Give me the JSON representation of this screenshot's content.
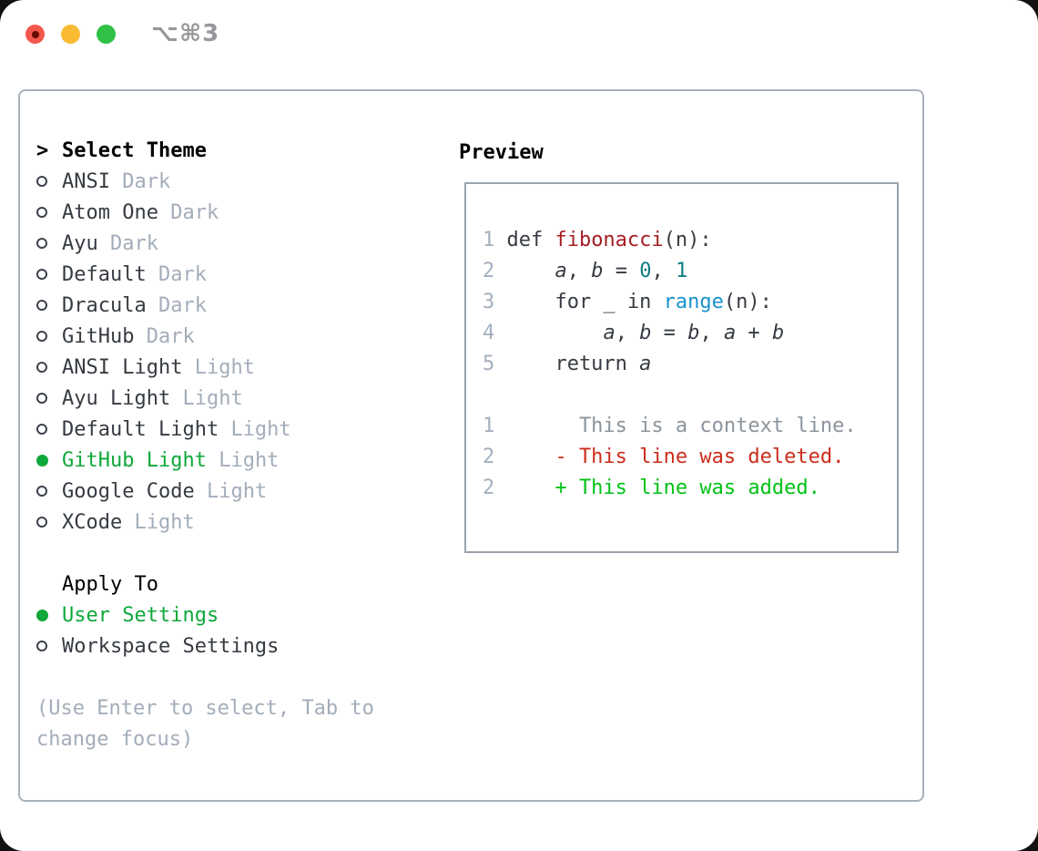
{
  "titlebar": {
    "shortcut": "⌥⌘3"
  },
  "theme_picker": {
    "prompt": ">",
    "title": "Select Theme",
    "themes": [
      {
        "name": "ANSI",
        "tag": "Dark",
        "selected": false
      },
      {
        "name": "Atom One",
        "tag": "Dark",
        "selected": false
      },
      {
        "name": "Ayu",
        "tag": "Dark",
        "selected": false
      },
      {
        "name": "Default",
        "tag": "Dark",
        "selected": false
      },
      {
        "name": "Dracula",
        "tag": "Dark",
        "selected": false
      },
      {
        "name": "GitHub",
        "tag": "Dark",
        "selected": false
      },
      {
        "name": "ANSI Light",
        "tag": "Light",
        "selected": false
      },
      {
        "name": "Ayu Light",
        "tag": "Light",
        "selected": false
      },
      {
        "name": "Default Light",
        "tag": "Light",
        "selected": false
      },
      {
        "name": "GitHub Light",
        "tag": "Light",
        "selected": true
      },
      {
        "name": "Google Code",
        "tag": "Light",
        "selected": false
      },
      {
        "name": "XCode",
        "tag": "Light",
        "selected": false
      }
    ],
    "apply_to": {
      "title": "Apply To",
      "options": [
        {
          "name": "User Settings",
          "selected": true
        },
        {
          "name": "Workspace Settings",
          "selected": false
        }
      ]
    },
    "hint": "(Use Enter to select, Tab to change focus)"
  },
  "preview": {
    "title": "Preview",
    "code_lines": [
      {
        "num": "1",
        "segments": [
          {
            "text": "def ",
            "style": "plain"
          },
          {
            "text": "fibonacci",
            "style": "function"
          },
          {
            "text": "(n):",
            "style": "plain"
          }
        ]
      },
      {
        "num": "2",
        "segments": [
          {
            "text": "    ",
            "style": "plain"
          },
          {
            "text": "a",
            "style": "variable"
          },
          {
            "text": ", ",
            "style": "plain"
          },
          {
            "text": "b",
            "style": "variable"
          },
          {
            "text": " = ",
            "style": "plain"
          },
          {
            "text": "0",
            "style": "number"
          },
          {
            "text": ", ",
            "style": "plain"
          },
          {
            "text": "1",
            "style": "number"
          }
        ]
      },
      {
        "num": "3",
        "segments": [
          {
            "text": "    for _ in ",
            "style": "plain"
          },
          {
            "text": "range",
            "style": "builtin"
          },
          {
            "text": "(n):",
            "style": "plain"
          }
        ]
      },
      {
        "num": "4",
        "segments": [
          {
            "text": "        ",
            "style": "plain"
          },
          {
            "text": "a",
            "style": "variable"
          },
          {
            "text": ", ",
            "style": "plain"
          },
          {
            "text": "b",
            "style": "variable"
          },
          {
            "text": " = ",
            "style": "plain"
          },
          {
            "text": "b",
            "style": "variable"
          },
          {
            "text": ", ",
            "style": "plain"
          },
          {
            "text": "a",
            "style": "variable"
          },
          {
            "text": " + ",
            "style": "plain"
          },
          {
            "text": "b",
            "style": "variable"
          }
        ]
      },
      {
        "num": "5",
        "segments": [
          {
            "text": "    return ",
            "style": "plain"
          },
          {
            "text": "a",
            "style": "variable"
          }
        ]
      },
      {
        "num": "",
        "segments": []
      },
      {
        "num": "1",
        "segments": [
          {
            "text": "      This is a context line.",
            "style": "context"
          }
        ]
      },
      {
        "num": "2",
        "segments": [
          {
            "text": "    - This line was deleted.",
            "style": "deleted"
          }
        ]
      },
      {
        "num": "2",
        "segments": [
          {
            "text": "    + This line was added.",
            "style": "added"
          }
        ]
      }
    ]
  },
  "colors": {
    "accent_green": "#0fa83a",
    "added_green": "#00c217",
    "deleted_red": "#cb2d1b",
    "context_gray": "#8b949c",
    "line_number": "#a3b0bf",
    "code_plain": "#363b42",
    "function_red": "#a61d24",
    "number_teal": "#0d7c80",
    "builtin_blue": "#1792cc",
    "item_text": "#363b42",
    "tag_text": "#a3adba",
    "hint_text": "#a3adba",
    "panel_border": "#a9b1bb",
    "preview_border": "#9aa3ad",
    "traffic_red": "#f2574e",
    "traffic_red_dot": "#650d02",
    "traffic_yellow": "#f9bb33",
    "traffic_green": "#30c146",
    "shortcut_gray": "#97979b"
  }
}
